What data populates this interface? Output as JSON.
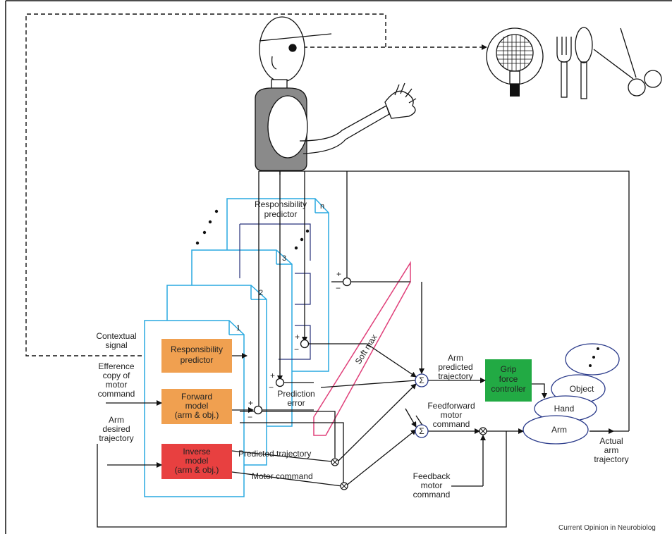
{
  "labels": {
    "contextual_signal": [
      "Contextual",
      "signal"
    ],
    "efference_copy": [
      "Efference",
      "copy of",
      "motor",
      "command"
    ],
    "arm_desired": [
      "Arm",
      "desired",
      "trajectory"
    ],
    "module_nums": [
      "1",
      "2",
      "3",
      "n"
    ],
    "top_responsibility": [
      "Responsibility",
      "predictor"
    ],
    "prediction_error": [
      "Prediction",
      "error"
    ],
    "predicted_trajectory": "Predicted trajectory",
    "motor_command": "Motor command",
    "soft_max": "Soft max",
    "arm_predicted": [
      "Arm",
      "predicted",
      "trajectory"
    ],
    "feedforward": [
      "Feedforward",
      "motor",
      "command"
    ],
    "feedback": [
      "Feedback",
      "motor",
      "command"
    ],
    "actual_arm": [
      "Actual",
      "arm",
      "trajectory"
    ],
    "sigma": "Σ",
    "plus": "+",
    "minus": "−",
    "credit": "Current Opinion in Neurobiolog"
  },
  "boxes": {
    "responsibility": [
      "Responsibility",
      "predictor"
    ],
    "forward": [
      "Forward",
      "model",
      "(arm & obj.)"
    ],
    "inverse": [
      "Inverse",
      "model",
      "(arm & obj.)"
    ],
    "grip": [
      "Grip",
      "force",
      "controller"
    ]
  },
  "ellipses": {
    "object": "Object",
    "hand": "Hand",
    "arm": "Arm"
  },
  "colors": {
    "module_outline": "#29a9e0",
    "responsibility_box": "#f0a050",
    "forward_box": "#f0a050",
    "inverse_box": "#e84040",
    "grip_box": "#22aa44",
    "softmax": "#e0407a",
    "inner_lines": "#27317a",
    "ellipse": "#2a3a8a"
  },
  "icons": [
    "person-figure",
    "tennis-racket-icon",
    "fork-icon",
    "spoon-icon",
    "scissors-icon"
  ]
}
